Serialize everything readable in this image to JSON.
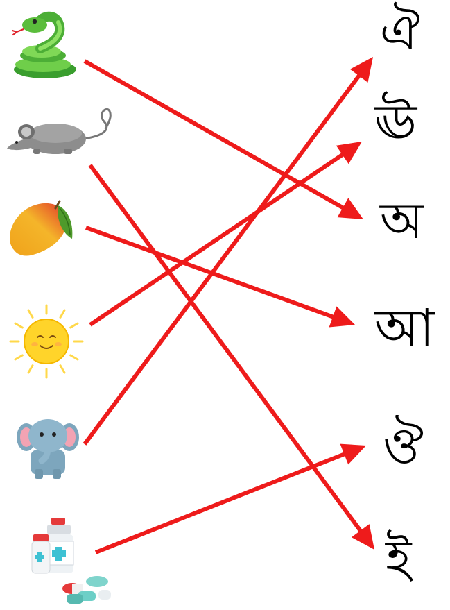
{
  "pictures": [
    {
      "id": "snake",
      "name": "snake-icon"
    },
    {
      "id": "mouse",
      "name": "mouse-icon"
    },
    {
      "id": "mango",
      "name": "mango-icon"
    },
    {
      "id": "sun",
      "name": "sun-icon"
    },
    {
      "id": "elephant",
      "name": "elephant-icon"
    },
    {
      "id": "medicine",
      "name": "medicine-icon"
    }
  ],
  "letters": [
    "ঐ",
    "ঊ",
    "অ",
    "আ",
    "ঔ",
    "ই"
  ],
  "matches": [
    {
      "from": "snake",
      "to": 2
    },
    {
      "from": "mouse",
      "to": 5
    },
    {
      "from": "mango",
      "to": 3
    },
    {
      "from": "sun",
      "to": 1
    },
    {
      "from": "elephant",
      "to": 0
    },
    {
      "from": "medicine",
      "to": 4
    }
  ],
  "colors": {
    "arrow": "#ee1b1b",
    "letter": "#000000",
    "background": "#ffffff"
  }
}
